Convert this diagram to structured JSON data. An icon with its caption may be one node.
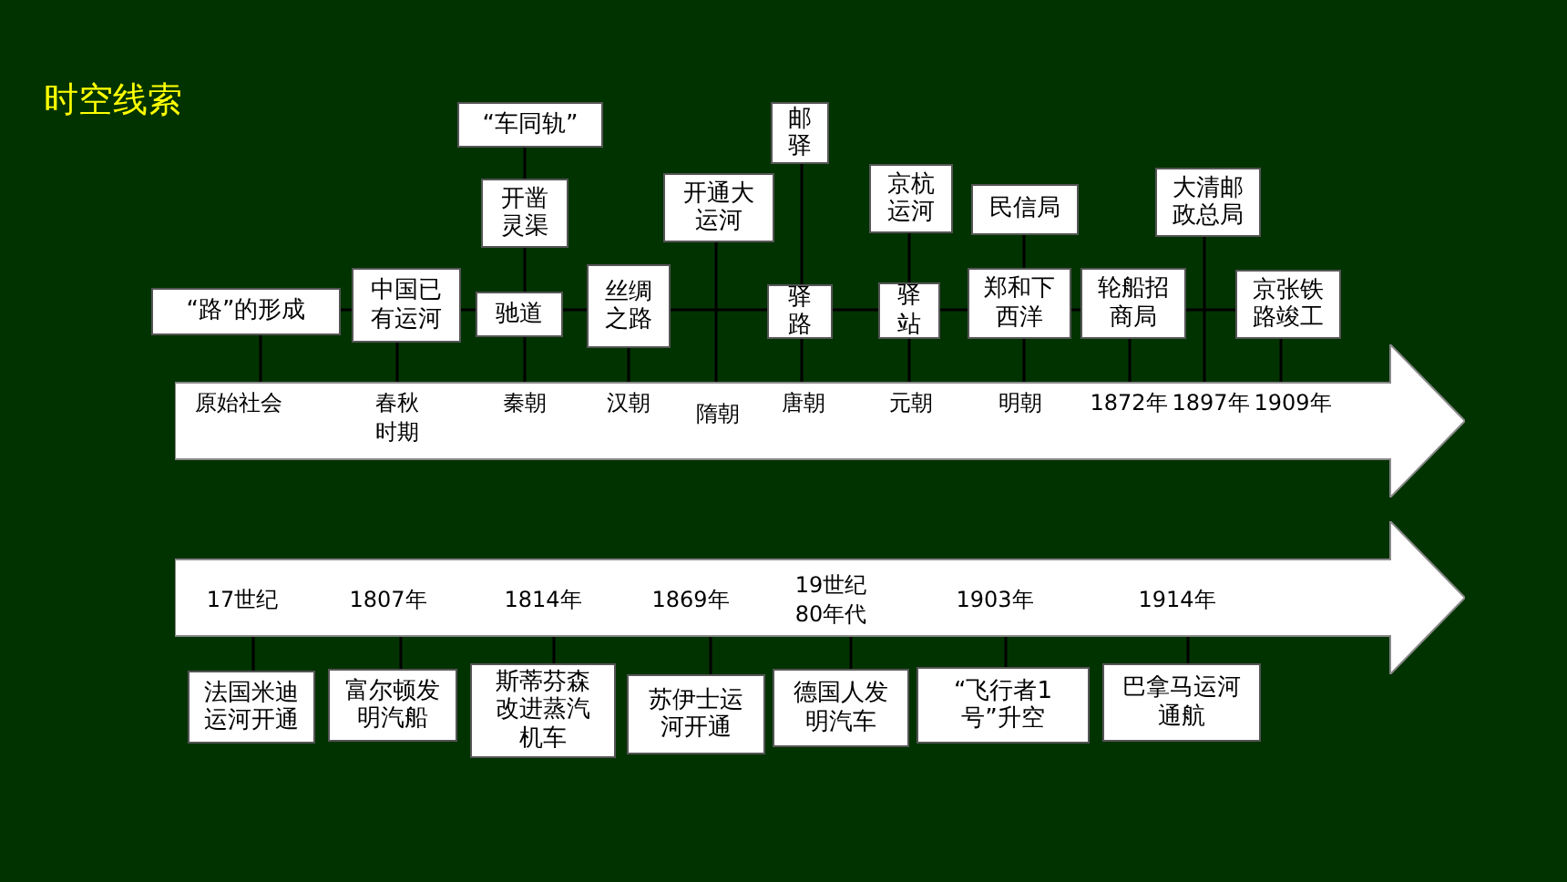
{
  "diagram": {
    "title": "时空线索",
    "nodes": [
      {
        "text": [],
        "shape": "arrow"
      },
      {
        "text": [
          "原始社会"
        ],
        "in": 0
      },
      {
        "text": [
          "春秋时期"
        ],
        "in": 0
      },
      {
        "text": [
          "秦朝"
        ],
        "in": 0
      },
      {
        "text": [
          "汉朝"
        ],
        "in": 0
      },
      {
        "text": [
          "隋朝"
        ],
        "in": 0
      },
      {
        "text": [
          "唐朝"
        ],
        "in": 0
      },
      {
        "text": [
          "元朝"
        ],
        "in": 0
      },
      {
        "text": [
          "明朝"
        ],
        "in": 0
      },
      {
        "text": [
          "1872年"
        ],
        "in": 0
      },
      {
        "text": [
          "1897年"
        ],
        "in": 0
      },
      {
        "text": [
          "1909年"
        ],
        "in": 0
      },
      {
        "text": [
          "“车同轨”"
        ]
      },
      {
        "text": [
          "邮驿"
        ]
      },
      {
        "text": [
          "开凿灵渠"
        ]
      },
      {
        "text": [
          "开通大运河"
        ]
      },
      {
        "text": [
          "京杭运河"
        ]
      },
      {
        "text": [
          "民信局"
        ]
      },
      {
        "text": [
          "大清邮政总局"
        ]
      },
      {
        "text": [
          "“路”的形成"
        ]
      },
      {
        "text": [
          "中国已有运河"
        ]
      },
      {
        "text": [
          "驰道"
        ]
      },
      {
        "text": [
          "丝绸之路"
        ]
      },
      {
        "text": [
          "驿路"
        ]
      },
      {
        "text": [
          "驿站"
        ]
      },
      {
        "text": [
          "郑和下西洋"
        ]
      },
      {
        "text": [
          "轮船招商局"
        ]
      },
      {
        "text": [
          "京张铁路竣工"
        ]
      },
      {
        "text": [],
        "shape": "arrow"
      },
      {
        "text": [
          "17世纪"
        ],
        "in": 28
      },
      {
        "text": [
          "1807年"
        ],
        "in": 28
      },
      {
        "text": [
          "1814年"
        ],
        "in": 28
      },
      {
        "text": [
          "1869年"
        ],
        "in": 28
      },
      {
        "text": [
          "19世纪80年代"
        ],
        "in": 28
      },
      {
        "text": [
          "1903年"
        ],
        "in": 28
      },
      {
        "text": [
          "1914年"
        ],
        "in": 28
      },
      {
        "text": [
          "法国米迪运河开通"
        ]
      },
      {
        "text": [
          "富尔顿发明汽船"
        ]
      },
      {
        "text": [
          "斯蒂芬森改进蒸汽机车"
        ]
      },
      {
        "text": [
          "苏伊士运河开通"
        ]
      },
      {
        "text": [
          "德国人发明汽车"
        ]
      },
      {
        "text": [
          "“飞行者1号”升空"
        ]
      },
      {
        "text": [
          "巴拿马运河通航"
        ]
      }
    ],
    "edges": [
      {
        "from": 12,
        "to": 14,
        "arrow": "none"
      },
      {
        "from": 14,
        "to": 21,
        "arrow": "none"
      },
      {
        "from": 21,
        "to": 3,
        "arrow": "none"
      },
      {
        "from": 13,
        "to": 23,
        "arrow": "none"
      },
      {
        "from": 23,
        "to": 6,
        "arrow": "none"
      },
      {
        "from": 16,
        "to": 24,
        "arrow": "none"
      },
      {
        "from": 24,
        "to": 7,
        "arrow": "none"
      },
      {
        "from": 17,
        "to": 25,
        "arrow": "none"
      },
      {
        "from": 25,
        "to": 8,
        "arrow": "none"
      },
      {
        "from": 18,
        "to": 10,
        "arrow": "none"
      },
      {
        "from": 15,
        "to": 5,
        "arrow": "none"
      },
      {
        "from": 19,
        "to": 1,
        "arrow": "none"
      },
      {
        "from": 20,
        "to": 2,
        "arrow": "none"
      },
      {
        "from": 22,
        "to": 4,
        "arrow": "none"
      },
      {
        "from": 26,
        "to": 9,
        "arrow": "none"
      },
      {
        "from": 27,
        "to": 11,
        "arrow": "none"
      },
      {
        "from": 19,
        "to": 20,
        "arrow": "none"
      },
      {
        "from": 20,
        "to": 21,
        "arrow": "none"
      },
      {
        "from": 21,
        "to": 22,
        "arrow": "none"
      },
      {
        "from": 22,
        "to": 23,
        "arrow": "none"
      },
      {
        "from": 23,
        "to": 24,
        "arrow": "none"
      },
      {
        "from": 24,
        "to": 25,
        "arrow": "none"
      },
      {
        "from": 25,
        "to": 26,
        "arrow": "none"
      },
      {
        "from": 26,
        "to": 27,
        "arrow": "none"
      },
      {
        "from": 36,
        "to": 29,
        "arrow": "none"
      },
      {
        "from": 37,
        "to": 30,
        "arrow": "none"
      },
      {
        "from": 38,
        "to": 31,
        "arrow": "none"
      },
      {
        "from": 39,
        "to": 32,
        "arrow": "none"
      },
      {
        "from": 40,
        "to": 33,
        "arrow": "none"
      },
      {
        "from": 41,
        "to": 34,
        "arrow": "none"
      },
      {
        "from": 42,
        "to": 35,
        "arrow": "none"
      }
    ]
  }
}
